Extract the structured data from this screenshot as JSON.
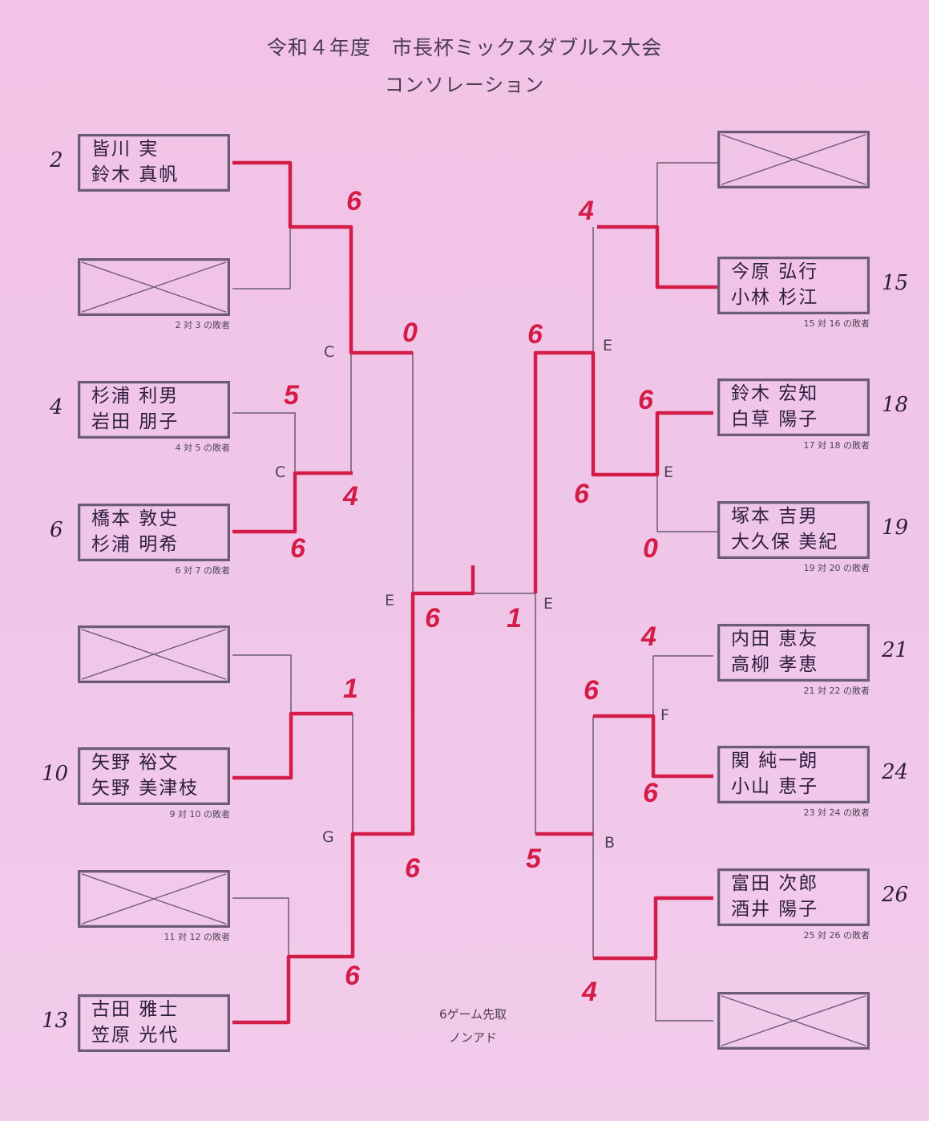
{
  "header": {
    "title": "令和４年度　市長杯ミックスダブルス大会",
    "subtitle": "コンソレーション"
  },
  "left": [
    {
      "names": [
        "皆川 実",
        "鈴木 真帆"
      ],
      "seed": "2",
      "caption": ""
    },
    {
      "names": [],
      "seed": "",
      "caption": "2 対 3 の敗者",
      "empty": true
    },
    {
      "names": [
        "杉浦 利男",
        "岩田 朋子"
      ],
      "seed": "4",
      "caption": "4 対 5 の敗者"
    },
    {
      "names": [
        "橋本 敦史",
        "杉浦 明希"
      ],
      "seed": "6",
      "caption": "6 対 7 の敗者"
    },
    {
      "names": [],
      "seed": "",
      "caption": "",
      "empty": true
    },
    {
      "names": [
        "矢野 裕文",
        "矢野 美津枝"
      ],
      "seed": "10",
      "caption": "9 対 10 の敗者"
    },
    {
      "names": [],
      "seed": "",
      "caption": "11 対 12 の敗者",
      "empty": true
    },
    {
      "names": [
        "古田 雅士",
        "笠原 光代"
      ],
      "seed": "13",
      "caption": ""
    }
  ],
  "right": [
    {
      "names": [],
      "seed": "",
      "caption": "",
      "empty": true
    },
    {
      "names": [
        "今原 弘行",
        "小林 杉江"
      ],
      "seed": "15",
      "caption": "15 対 16 の敗者"
    },
    {
      "names": [
        "鈴木 宏知",
        "白草 陽子"
      ],
      "seed": "18",
      "caption": "17 対 18 の敗者"
    },
    {
      "names": [
        "塚本 吉男",
        "大久保 美紀"
      ],
      "seed": "19",
      "caption": "19 対 20 の敗者"
    },
    {
      "names": [
        "内田 恵友",
        "高柳 孝恵"
      ],
      "seed": "21",
      "caption": "21 対 22 の敗者"
    },
    {
      "names": [
        "関 純一朗",
        "小山 恵子"
      ],
      "seed": "24",
      "caption": "23 対 24 の敗者"
    },
    {
      "names": [
        "富田 次郎",
        "酒井 陽子"
      ],
      "seed": "26",
      "caption": "25 対 26 の敗者"
    },
    {
      "names": [],
      "seed": "",
      "caption": "",
      "empty": true
    }
  ],
  "scores": {
    "l_r1_top": "6",
    "l_r2_a": "5",
    "l_r2_b": "6",
    "l_c_top": "0",
    "l_c_bot": "4",
    "l_g_top": "1",
    "l_g_bot": "6",
    "l_g_final": "6",
    "l_e_final": "6",
    "r_r1_top": "4",
    "r_e_a": "6",
    "r_e_b": "0",
    "r_e_top": "6",
    "r_e_bot": "6",
    "r_final": "1",
    "r_f_top": "4",
    "r_f_a": "6",
    "r_f_b": "6",
    "r_b": "5",
    "r_b_bot": "4"
  },
  "court_labels": {
    "c1": "C",
    "c2": "C",
    "e1": "E",
    "g": "G",
    "e2": "E",
    "e3": "E",
    "e4": "E",
    "f": "F",
    "b": "B"
  },
  "footer": {
    "rule1": "6ゲーム先取",
    "rule2": "ノンアド"
  },
  "colors": {
    "winner_line": "#d41c48",
    "bracket_line": "#6a5c70",
    "background": "#f2c3e6"
  }
}
